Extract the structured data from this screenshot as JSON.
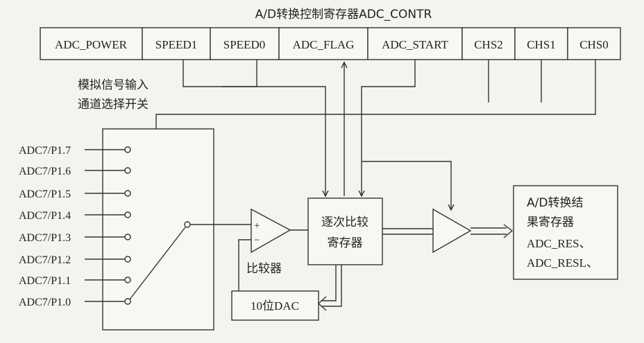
{
  "register": {
    "title": "A/D转换控制寄存器ADC_CONTR",
    "bits": [
      "ADC_POWER",
      "SPEED1",
      "SPEED0",
      "ADC_FLAG",
      "ADC_START",
      "CHS2",
      "CHS1",
      "CHS0"
    ]
  },
  "switch_label": [
    "模拟信号输入",
    "通道选择开关"
  ],
  "inputs": [
    "ADC7/P1.7",
    "ADC7/P1.6",
    "ADC7/P1.5",
    "ADC7/P1.4",
    "ADC7/P1.3",
    "ADC7/P1.2",
    "ADC7/P1.1",
    "ADC7/P1.0"
  ],
  "comparator": {
    "plus": "+",
    "minus": "−",
    "label": "比较器"
  },
  "sar": {
    "line1": "逐次比较",
    "line2": "寄存器"
  },
  "dac": {
    "label": "10位DAC"
  },
  "result": {
    "lines": [
      "A/D转换结",
      "果寄存器",
      "ADC_RES、",
      "ADC_RESL、"
    ]
  },
  "colors": {
    "background": "#f4f3ef",
    "line": "#333333"
  }
}
